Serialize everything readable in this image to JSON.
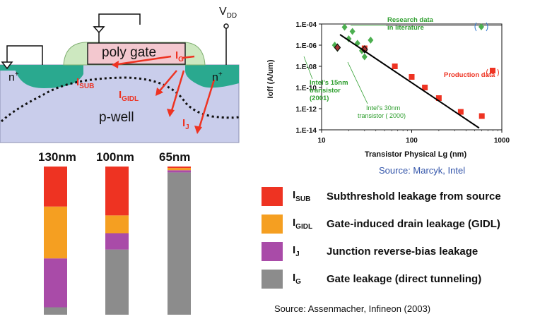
{
  "device": {
    "vdd_label": "V",
    "vdd_sub": "DD",
    "gate_label": "poly gate",
    "nplus_left": "n",
    "nplus_right": "n",
    "nplus_sup": "+",
    "pwell_label": "p-well",
    "ig_label": "I",
    "ig_sub": "G",
    "isub_label": "I",
    "isub_sub": "SUB",
    "igidl_label": "I",
    "igidl_sub": "GIDL",
    "ij_label": "I",
    "ij_sub": "J",
    "colors": {
      "current": "#ee3322",
      "nplus": "#2aa98f",
      "gate": "#f3c8cf",
      "spacer": "#cde8c0",
      "substrate": "#c9cdeb"
    }
  },
  "chart_data": [
    {
      "type": "scatter",
      "title": "",
      "xlabel": "Transistor Physical Lg (nm)",
      "ylabel": "Ioff (A/um)",
      "xscale": "log",
      "yscale": "log",
      "xlim": [
        10,
        1000
      ],
      "ylim": [
        1e-14,
        0.0001
      ],
      "x_ticks": [
        "10",
        "100",
        "1000"
      ],
      "y_ticks": [
        "1.E-14",
        "1.E-12",
        "1.E-10",
        "1.E-08",
        "1.E-06",
        "1.E-04"
      ],
      "grid": false,
      "series": [
        {
          "name": "Research data in literature",
          "color": "#4caf50",
          "marker": "diamond",
          "x": [
            14,
            15,
            18,
            20,
            22,
            25,
            28,
            30,
            35
          ],
          "y": [
            1e-06,
            5e-07,
            5e-05,
            4e-06,
            2e-05,
            1.5e-06,
            3e-07,
            8e-08,
            3e-06
          ]
        },
        {
          "name": "Production data",
          "color": "#ee3322",
          "marker": "square",
          "x": [
            30,
            65,
            100,
            140,
            200,
            350,
            600
          ],
          "y": [
            5e-07,
            1e-08,
            1e-09,
            1e-10,
            1e-11,
            5e-13,
            2e-13
          ]
        },
        {
          "name": "Intel's 15nm transistor (2001)",
          "marker": "diamond-outline",
          "x": [
            15
          ],
          "y": [
            6e-07
          ]
        },
        {
          "name": "Intel's 30nm transistor (2000)",
          "marker": "diamond-outline",
          "x": [
            30
          ],
          "y": [
            4e-07
          ]
        },
        {
          "name": "trend",
          "type": "line",
          "color": "#000000",
          "x": [
            16,
            560
          ],
          "y": [
            1e-05,
            1.5e-14
          ]
        }
      ],
      "annotations": [
        {
          "text": "Research data",
          "color": "#2e9e2e"
        },
        {
          "text": "in literature",
          "color": "#2e9e2e"
        },
        {
          "text": "Production data",
          "color": "#ee3322"
        },
        {
          "text": "Intel's 15nm",
          "color": "#2e9e2e"
        },
        {
          "text": "transistor",
          "color": "#2e9e2e"
        },
        {
          "text": "(2001)",
          "color": "#2e9e2e"
        },
        {
          "text": "Intel's  30nm",
          "color": "#2e9e2e"
        },
        {
          "text": "transistor ( 2000)",
          "color": "#2e9e2e"
        }
      ],
      "source": "Source: Marcyk, Intel"
    },
    {
      "type": "bar",
      "stacked": true,
      "title": "",
      "categories": [
        "130nm",
        "100nm",
        "65nm"
      ],
      "ylim": [
        0,
        100
      ],
      "series": [
        {
          "name": "Gate leakage (direct tunneling)",
          "symbol": "I",
          "sub": "G",
          "color": "#8c8c8c",
          "values": [
            5,
            44,
            96
          ]
        },
        {
          "name": "Junction reverse-bias leakage",
          "symbol": "I",
          "sub": "J",
          "color": "#a94ba8",
          "values": [
            33,
            11,
            1.5
          ]
        },
        {
          "name": "Gate-induced drain leakage (GIDL)",
          "symbol": "I",
          "sub": "GIDL",
          "color": "#f59f21",
          "values": [
            35,
            12,
            1.5
          ]
        },
        {
          "name": "Subthreshold leakage from source",
          "symbol": "I",
          "sub": "SUB",
          "color": "#ee3322",
          "values": [
            27,
            33,
            1
          ]
        }
      ],
      "source": "Source:  Assenmacher, Infineon (2003)"
    }
  ]
}
